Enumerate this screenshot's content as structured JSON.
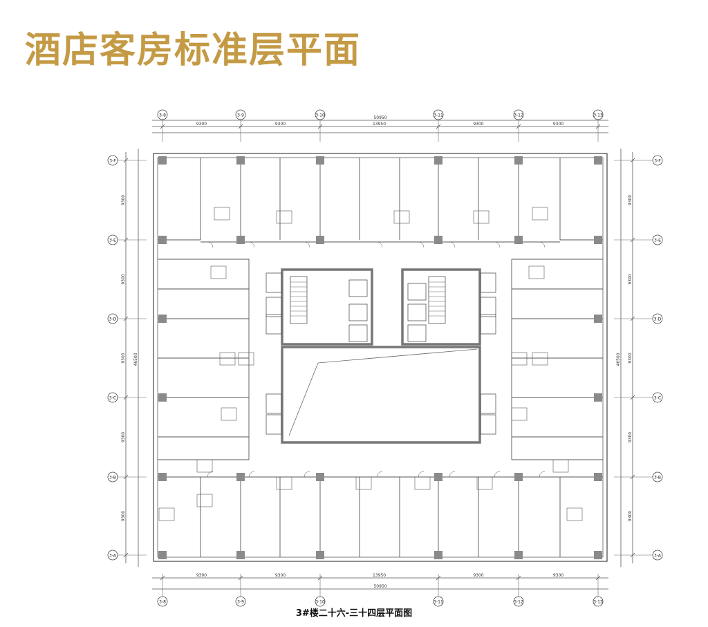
{
  "title": "酒店客房标准层平面",
  "caption": "3#楼二十六-三十四层平面图",
  "colors": {
    "title": "#c49a45",
    "lines": "#444444",
    "columns": "#777777",
    "core_walls": "#888888"
  },
  "axes_top": [
    "3-8",
    "3-9",
    "3-10",
    "3-11",
    "3-12",
    "3-13"
  ],
  "axes_side": [
    "3-F",
    "3-E",
    "3-D",
    "3-C",
    "3-B",
    "3-A"
  ],
  "dims_top": [
    "9300",
    "9300",
    "13950",
    "9300",
    "9300"
  ],
  "dims_total_top": "50950",
  "dims_bottom": [
    "9300",
    "9300",
    "13950",
    "9300",
    "9300"
  ],
  "dims_total_bottom": "50950",
  "dims_left": [
    "9300",
    "9300",
    "9300",
    "9300",
    "9300"
  ],
  "dims_left_total": "46500",
  "dims_right": [
    "9300",
    "9300",
    "9300",
    "9300",
    "9300"
  ],
  "dims_right_total": "46500"
}
